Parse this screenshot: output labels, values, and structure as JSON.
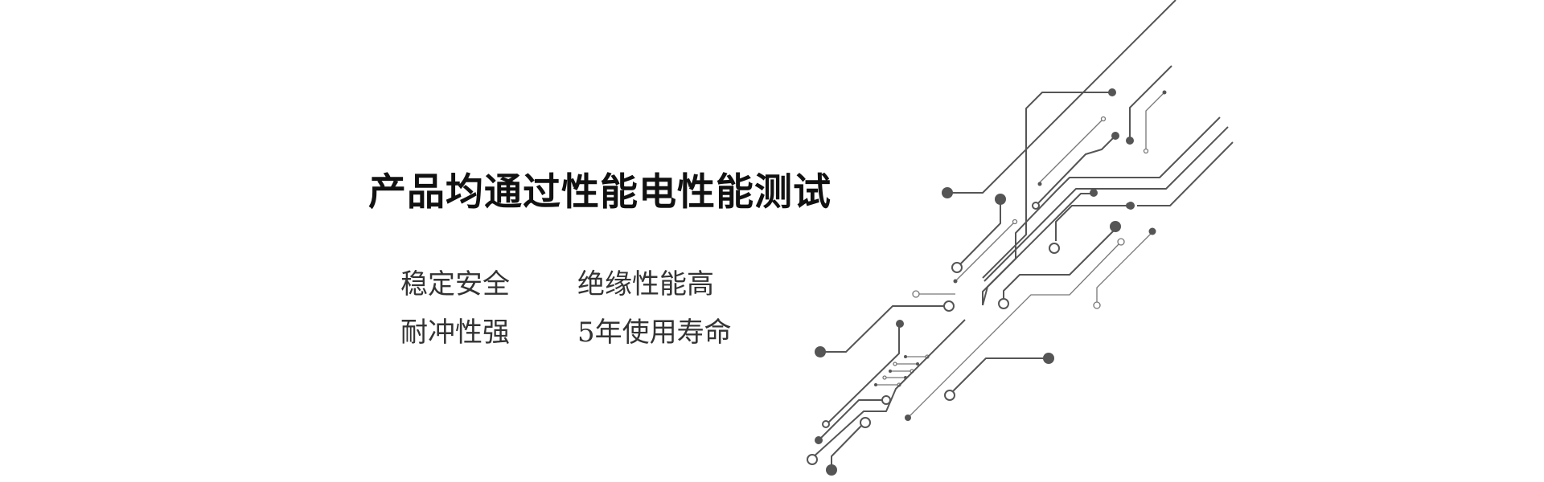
{
  "headline": "产品均通过性能电性能测试",
  "features": [
    "稳定安全",
    "绝缘性能高",
    "耐冲性强",
    "5年使用寿命"
  ],
  "colors": {
    "background": "#ffffff",
    "text": "#111111",
    "circuit": "#555555"
  },
  "decoration": {
    "icon": "circuit-board-icon"
  }
}
